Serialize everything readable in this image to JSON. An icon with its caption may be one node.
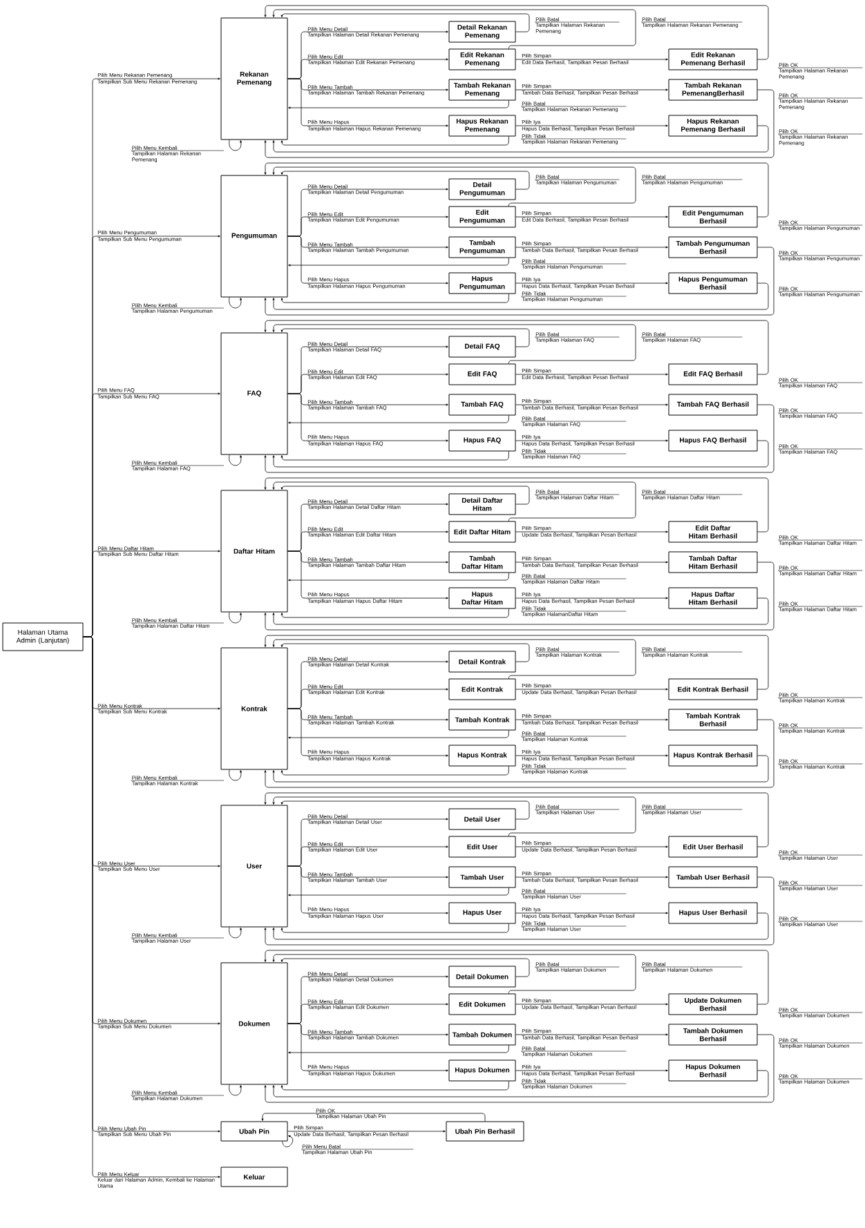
{
  "diagram": {
    "nodes": [
      {
        "text": [
          "Halaman Utama Admin (Lanjutan)"
        ]
      },
      {
        "text": [
          "Rekanan Pemenang"
        ]
      },
      {
        "text": [
          "Detail Rekanan Pemenang"
        ]
      },
      {
        "text": [
          "Edit Rekanan Pemenang"
        ]
      },
      {
        "text": [
          "Tambah Rekanan Pemenang"
        ]
      },
      {
        "text": [
          "Hapus Rekanan Pemenang"
        ]
      },
      {
        "text": [
          "Edit Rekanan Pemenang Berhasil"
        ]
      },
      {
        "text": [
          "Tambah Rekanan PemenangBerhasil"
        ]
      },
      {
        "text": [
          "Hapus Rekanan Pemenang Berhasil"
        ]
      },
      {
        "text": [
          "Pengumuman"
        ]
      },
      {
        "text": [
          "Detail Pengumuman"
        ]
      },
      {
        "text": [
          "Edit Pengumuman"
        ]
      },
      {
        "text": [
          "Tambah Pengumuman"
        ]
      },
      {
        "text": [
          "Hapus Pengumuman"
        ]
      },
      {
        "text": [
          "Edit Pengumuman Berhasil"
        ]
      },
      {
        "text": [
          "Tambah Pengumuman Berhasil"
        ]
      },
      {
        "text": [
          "Hapus Pengumuman Berhasil"
        ]
      },
      {
        "text": [
          "FAQ"
        ]
      },
      {
        "text": [
          "Detail FAQ"
        ]
      },
      {
        "text": [
          "Edit FAQ"
        ]
      },
      {
        "text": [
          "Tambah FAQ"
        ]
      },
      {
        "text": [
          "Hapus FAQ"
        ]
      },
      {
        "text": [
          "Edit FAQ Berhasil"
        ]
      },
      {
        "text": [
          "Tambah FAQ Berhasil"
        ]
      },
      {
        "text": [
          "Hapus FAQ Berhasil"
        ]
      },
      {
        "text": [
          "Daftar Hitam"
        ]
      },
      {
        "text": [
          "Detail Daftar Hitam"
        ]
      },
      {
        "text": [
          "Edit Daftar Hitam"
        ]
      },
      {
        "text": [
          "Tambah Daftar Hitam"
        ]
      },
      {
        "text": [
          "Hapus Daftar Hitam"
        ]
      },
      {
        "text": [
          "Edit Daftar Hitam Berhasil"
        ]
      },
      {
        "text": [
          "Tambah Daftar Hitam Berhasil"
        ]
      },
      {
        "text": [
          "Hapus Daftar Hitam Berhasil"
        ]
      },
      {
        "text": [
          "Kontrak"
        ]
      },
      {
        "text": [
          "Detail Kontrak"
        ]
      },
      {
        "text": [
          "Edit Kontrak"
        ]
      },
      {
        "text": [
          "Tambah Kontrak"
        ]
      },
      {
        "text": [
          "Hapus Kontrak"
        ]
      },
      {
        "text": [
          "Edit Kontrak Berhasil"
        ]
      },
      {
        "text": [
          "Tambah Kontrak Berhasil"
        ]
      },
      {
        "text": [
          "Hapus Kontrak Berhasil"
        ]
      },
      {
        "text": [
          "User"
        ]
      },
      {
        "text": [
          "Detail User"
        ]
      },
      {
        "text": [
          "Edit User"
        ]
      },
      {
        "text": [
          "Tambah User"
        ]
      },
      {
        "text": [
          "Hapus User"
        ]
      },
      {
        "text": [
          "Edit User Berhasil"
        ]
      },
      {
        "text": [
          "Tambah User Berhasil"
        ]
      },
      {
        "text": [
          "Hapus User Berhasil"
        ]
      },
      {
        "text": [
          "Dokumen"
        ]
      },
      {
        "text": [
          "Detail Dokumen"
        ]
      },
      {
        "text": [
          "Edit Dokumen"
        ]
      },
      {
        "text": [
          "Tambah Dokumen"
        ]
      },
      {
        "text": [
          "Hapus Dokumen"
        ]
      },
      {
        "text": [
          "Update Dokumen Berhasil"
        ]
      },
      {
        "text": [
          "Tambah Dokumen Berhasil"
        ]
      },
      {
        "text": [
          "Hapus Dokumen Berhasil"
        ]
      },
      {
        "text": [
          "Ubah Pin"
        ]
      },
      {
        "text": [
          "Ubah Pin Berhasil"
        ]
      },
      {
        "text": [
          "Keluar"
        ]
      }
    ],
    "edges": [
      {
        "from": 0,
        "to": 1,
        "arrow": "to",
        "label": [
          "Pilih Menu Rekanan Pemenang",
          "Tampilkan Sub Menu Rekanan Pemenang"
        ]
      },
      {
        "from": 1,
        "to": 2,
        "arrow": "to",
        "label": [
          "Pilih Menu Detail",
          "Tampilkan Halaman Detail Rekanan Pemenang"
        ]
      },
      {
        "from": 1,
        "to": 3,
        "arrow": "to",
        "label": [
          "Pilih Menu Edit",
          "Tampilkan Halaman Edit Rekanan Pemenang"
        ]
      },
      {
        "from": 1,
        "to": 4,
        "arrow": "to",
        "label": [
          "Pilih Menu Tambah",
          "Tampilkan Halaman Tambah Rekanan Pemenang"
        ]
      },
      {
        "from": 1,
        "to": 5,
        "arrow": "to",
        "label": [
          "Pilih Menu Hapus",
          "Tampilkan Halaman Hapus Rekanan Pemenang"
        ]
      },
      {
        "from": 2,
        "to": 1,
        "arrow": "to",
        "label": [
          "Pilih Batal",
          "Tampilkan Halaman Rekanan Pemenang"
        ]
      },
      {
        "from": 3,
        "to": 1,
        "arrow": "to",
        "label": [
          "Pilih Batal",
          "Tampilkan Halaman Rekanan Pemenang"
        ]
      },
      {
        "from": 3,
        "to": 6,
        "arrow": "to",
        "label": [
          "Pilih Simpan",
          "Edit Data Berhasil, Tampilkan Pesan Berhasil"
        ]
      },
      {
        "from": 6,
        "to": 1,
        "arrow": "to",
        "label": [
          "Pilih OK",
          "Tampilkan Halaman Rekanan Pemenang"
        ]
      },
      {
        "from": 4,
        "to": 7,
        "arrow": "to",
        "label": [
          "Pilih Simpan",
          "Tambah Data Berhasil, Tampilkan Pesan Berhasil"
        ]
      },
      {
        "from": 4,
        "to": 1,
        "arrow": "to",
        "label": [
          "Pilih Batal",
          "Tampilkan Halaman Rekanan Pemenang"
        ]
      },
      {
        "from": 7,
        "to": 1,
        "arrow": "to",
        "label": [
          "Pilih OK",
          "Tampilkan Halaman Rekanan Pemenang"
        ]
      },
      {
        "from": 5,
        "to": 8,
        "arrow": "to",
        "label": [
          "Pilih Iya",
          "Hapus Data Berhasil, Tampilkan Pesan Berhasil"
        ]
      },
      {
        "from": 5,
        "to": 1,
        "arrow": "to",
        "label": [
          "Pilih Tidak",
          "Tampilkan Halaman Rekanan Pemenang"
        ]
      },
      {
        "from": 8,
        "to": 1,
        "arrow": "to",
        "label": [
          "Pilih OK",
          "Tampilkan Halaman Rekanan Pemenang"
        ]
      },
      {
        "from": 1,
        "to": 1,
        "arrow": "to",
        "label": [
          "Pilih Menu Kembali",
          "Tampilkan Halaman Rekanan Pemenang"
        ]
      },
      {
        "from": 0,
        "to": 9,
        "arrow": "to",
        "label": [
          "Pilih Menu Pengumuman",
          "Tampilkan Sub Menu Pengumuman"
        ]
      },
      {
        "from": 9,
        "to": 10,
        "arrow": "to",
        "label": [
          "Pilih Menu Detail",
          "Tampilkan Halaman Detail Pengumuman"
        ]
      },
      {
        "from": 9,
        "to": 11,
        "arrow": "to",
        "label": [
          "Pilih Menu Edit",
          "Tampilkan Halaman Edit Pengumuman"
        ]
      },
      {
        "from": 9,
        "to": 12,
        "arrow": "to",
        "label": [
          "Pilih Menu Tambah",
          "Tampilkan Halaman Tambah Pengumuman"
        ]
      },
      {
        "from": 9,
        "to": 13,
        "arrow": "to",
        "label": [
          "Pilih Menu Hapus",
          "Tampilkan Halaman Hapus Pengumuman"
        ]
      },
      {
        "from": 10,
        "to": 9,
        "arrow": "to",
        "label": [
          "Pilih Batal",
          "Tampilkan Halaman Pengumuman"
        ]
      },
      {
        "from": 11,
        "to": 9,
        "arrow": "to",
        "label": [
          "Pilih Batal",
          "Tampilkan Halaman Pengumuman"
        ]
      },
      {
        "from": 11,
        "to": 14,
        "arrow": "to",
        "label": [
          "Pilih Simpan",
          "Edit Data Berhasil, Tampilkan Pesan Berhasil"
        ]
      },
      {
        "from": 14,
        "to": 9,
        "arrow": "to",
        "label": [
          "Pilih OK",
          "Tampilkan Halaman Pengumuman"
        ]
      },
      {
        "from": 12,
        "to": 15,
        "arrow": "to",
        "label": [
          "Pilih Simpan",
          "Tambah Data Berhasil, Tampilkan Pesan Berhasil"
        ]
      },
      {
        "from": 12,
        "to": 9,
        "arrow": "to",
        "label": [
          "Pilih Batal",
          "Tampilkan Halaman Pengumuman"
        ]
      },
      {
        "from": 15,
        "to": 9,
        "arrow": "to",
        "label": [
          "Pilih OK",
          "Tampilkan Halaman Pengumuman"
        ]
      },
      {
        "from": 13,
        "to": 16,
        "arrow": "to",
        "label": [
          "Pilih Iya",
          "Hapus Data Berhasil, Tampilkan Pesan Berhasil"
        ]
      },
      {
        "from": 13,
        "to": 9,
        "arrow": "to",
        "label": [
          "Pilih Tidak",
          "Tampilkan Halaman Pengumuman"
        ]
      },
      {
        "from": 16,
        "to": 9,
        "arrow": "to",
        "label": [
          "Pilih OK",
          "Tampilkan Halaman Pengumuman"
        ]
      },
      {
        "from": 9,
        "to": 9,
        "arrow": "to",
        "label": [
          "Pilih Menu Kembali",
          "Tampilkan Halaman Pengumuman"
        ]
      },
      {
        "from": 0,
        "to": 17,
        "arrow": "to",
        "label": [
          "Pilih Menu FAQ",
          "Tampilkan Sub Menu FAQ"
        ]
      },
      {
        "from": 17,
        "to": 18,
        "arrow": "to",
        "label": [
          "Pilih Menu Detail",
          "Tampilkan Halaman Detail FAQ"
        ]
      },
      {
        "from": 17,
        "to": 19,
        "arrow": "to",
        "label": [
          "Pilih Menu Edit",
          "Tampilkan Halaman Edit FAQ"
        ]
      },
      {
        "from": 17,
        "to": 20,
        "arrow": "to",
        "label": [
          "Pilih Menu Tambah",
          "Tampilkan Halaman Tambah FAQ"
        ]
      },
      {
        "from": 17,
        "to": 21,
        "arrow": "to",
        "label": [
          "Pilih Menu Hapus",
          "Tampilkan Halaman Hapus FAQ"
        ]
      },
      {
        "from": 18,
        "to": 17,
        "arrow": "to",
        "label": [
          "Pilih Batal",
          "Tampilkan Halaman FAQ"
        ]
      },
      {
        "from": 19,
        "to": 17,
        "arrow": "to",
        "label": [
          "Pilih Batal",
          "Tampilkan Halaman FAQ"
        ]
      },
      {
        "from": 19,
        "to": 22,
        "arrow": "to",
        "label": [
          "Pilih Simpan",
          "Edit Data Berhasil, Tampilkan Pesan Berhasil"
        ]
      },
      {
        "from": 22,
        "to": 17,
        "arrow": "to",
        "label": [
          "Pilih OK",
          "Tampilkan Halaman FAQ"
        ]
      },
      {
        "from": 20,
        "to": 23,
        "arrow": "to",
        "label": [
          "Pilih Simpan",
          "Tambah Data Berhasil, Tampilkan Pesan Berhasil"
        ]
      },
      {
        "from": 20,
        "to": 17,
        "arrow": "to",
        "label": [
          "Pilih Batal",
          "Tampilkan Halaman FAQ"
        ]
      },
      {
        "from": 23,
        "to": 17,
        "arrow": "to",
        "label": [
          "Pilih OK",
          "Tampilkan Halaman FAQ"
        ]
      },
      {
        "from": 21,
        "to": 24,
        "arrow": "to",
        "label": [
          "Pilih Iya",
          "Hapus Data Berhasil, Tampilkan Pesan Berhasil"
        ]
      },
      {
        "from": 21,
        "to": 17,
        "arrow": "to",
        "label": [
          "Pilih Tidak",
          "Tampilkan Halaman FAQ"
        ]
      },
      {
        "from": 24,
        "to": 17,
        "arrow": "to",
        "label": [
          "Pilih OK",
          "Tampilkan Halaman FAQ"
        ]
      },
      {
        "from": 17,
        "to": 17,
        "arrow": "to",
        "label": [
          "Pilih Menu Kembali",
          "Tampilkan Halaman FAQ"
        ]
      },
      {
        "from": 0,
        "to": 25,
        "arrow": "to",
        "label": [
          "Pilih Menu Daftar Hitam",
          "Tampilkan Sub Menu Daftar Hitam"
        ]
      },
      {
        "from": 25,
        "to": 26,
        "arrow": "to",
        "label": [
          "Pilih Menu Detail",
          "Tampilkan Halaman Detail Daftar Hitam"
        ]
      },
      {
        "from": 25,
        "to": 27,
        "arrow": "to",
        "label": [
          "Pilih Menu Edit",
          "Tampilkan Halaman Edit Daftar Hitam"
        ]
      },
      {
        "from": 25,
        "to": 28,
        "arrow": "to",
        "label": [
          "Pilih Menu Tambah",
          "Tampilkan Halaman Tambah Daftar Hitam"
        ]
      },
      {
        "from": 25,
        "to": 29,
        "arrow": "to",
        "label": [
          "Pilih Menu Hapus",
          "Tampilkan Halaman Hapus Daftar Hitam"
        ]
      },
      {
        "from": 26,
        "to": 25,
        "arrow": "to",
        "label": [
          "Pilih Batal",
          "Tampilkan Halaman Daftar Hitam"
        ]
      },
      {
        "from": 27,
        "to": 25,
        "arrow": "to",
        "label": [
          "Pilih Batal",
          "Tampilkan Halaman Daftar Hitam"
        ]
      },
      {
        "from": 27,
        "to": 30,
        "arrow": "to",
        "label": [
          "Pilih Simpan",
          "Update Data Berhasil, Tampilkan Pesan Berhasil"
        ]
      },
      {
        "from": 30,
        "to": 25,
        "arrow": "to",
        "label": [
          "Pilih OK",
          "Tampilkan Halaman Daftar Hitam"
        ]
      },
      {
        "from": 28,
        "to": 31,
        "arrow": "to",
        "label": [
          "Pilih Simpan",
          "Tambah Data Berhasil, Tampilkan Pesan Berhasil"
        ]
      },
      {
        "from": 28,
        "to": 25,
        "arrow": "to",
        "label": [
          "Pilih Batal",
          "Tampilkan Halaman Daftar Hitam"
        ]
      },
      {
        "from": 31,
        "to": 25,
        "arrow": "to",
        "label": [
          "Pilih OK",
          "Tampilkan Halaman Daftar Hitam"
        ]
      },
      {
        "from": 29,
        "to": 32,
        "arrow": "to",
        "label": [
          "Pilih Iya",
          "Hapus Data Berhasil, Tampilkan Pesan Berhasil"
        ]
      },
      {
        "from": 29,
        "to": 25,
        "arrow": "to",
        "label": [
          "Pilih Tidak",
          "Tampilkan HalamanDaftar Hitam"
        ]
      },
      {
        "from": 32,
        "to": 25,
        "arrow": "to",
        "label": [
          "Pilih OK",
          "Tampilkan Halaman Daftar Hitam"
        ]
      },
      {
        "from": 25,
        "to": 25,
        "arrow": "to",
        "label": [
          "Pilih Menu Kembali",
          "Tampilkan Halaman Daftar Hitam"
        ]
      },
      {
        "from": 0,
        "to": 33,
        "arrow": "to",
        "label": [
          "Pilih Menu Kontrak",
          "Tampilkan Sub Menu Kontrak"
        ]
      },
      {
        "from": 33,
        "to": 34,
        "arrow": "to",
        "label": [
          "Pilih Menu Detail",
          "Tampilkan Halaman Detail Kontrak"
        ]
      },
      {
        "from": 33,
        "to": 35,
        "arrow": "to",
        "label": [
          "Pilih Menu Edit",
          "Tampilkan Halaman Edit Kontrak"
        ]
      },
      {
        "from": 33,
        "to": 36,
        "arrow": "to",
        "label": [
          "Pilih Menu Tambah",
          "Tampilkan Halaman Tambah Kontrak"
        ]
      },
      {
        "from": 33,
        "to": 37,
        "arrow": "to",
        "label": [
          "Pilih Menu Hapus",
          "Tampilkan Halaman Hapus Kontrak"
        ]
      },
      {
        "from": 34,
        "to": 33,
        "arrow": "to",
        "label": [
          "Pilih Batal",
          "Tampilkan Halaman Kontrak"
        ]
      },
      {
        "from": 35,
        "to": 33,
        "arrow": "to",
        "label": [
          "Pilih Batal",
          "Tampilkan Halaman Kontrak"
        ]
      },
      {
        "from": 35,
        "to": 38,
        "arrow": "to",
        "label": [
          "Pilih Simpan",
          "Update Data Berhasil, Tampilkan Pesan Berhasil"
        ]
      },
      {
        "from": 38,
        "to": 33,
        "arrow": "to",
        "label": [
          "Pilih OK",
          "Tampilkan Halaman Kontrak"
        ]
      },
      {
        "from": 36,
        "to": 39,
        "arrow": "to",
        "label": [
          "Pilih Simpan",
          "Tambah Data Berhasil, Tampilkan Pesan Berhasil"
        ]
      },
      {
        "from": 36,
        "to": 33,
        "arrow": "to",
        "label": [
          "Pilih Batal",
          "Tampilkan Halaman Kontrak"
        ]
      },
      {
        "from": 39,
        "to": 33,
        "arrow": "to",
        "label": [
          "Pilih OK",
          "Tampilkan Halaman Kontrak"
        ]
      },
      {
        "from": 37,
        "to": 40,
        "arrow": "to",
        "label": [
          "Pilih Iya",
          "Hapus Data Berhasil, Tampilkan Pesan Berhasil"
        ]
      },
      {
        "from": 37,
        "to": 33,
        "arrow": "to",
        "label": [
          "Pilih Tidak",
          "Tampilkan Halaman Kontrak"
        ]
      },
      {
        "from": 40,
        "to": 33,
        "arrow": "to",
        "label": [
          "Pilih OK",
          "Tampilkan Halaman Kontrak"
        ]
      },
      {
        "from": 33,
        "to": 33,
        "arrow": "to",
        "label": [
          "Pilih Menu Kembali",
          "Tampilkan Halaman Kontrak"
        ]
      },
      {
        "from": 0,
        "to": 41,
        "arrow": "to",
        "label": [
          "Pilih Menu User",
          "Tampilkan Sub Menu User"
        ]
      },
      {
        "from": 41,
        "to": 42,
        "arrow": "to",
        "label": [
          "Pilih Menu Detail",
          "Tampilkan Halaman Detail User"
        ]
      },
      {
        "from": 41,
        "to": 43,
        "arrow": "to",
        "label": [
          "Pilih Menu Edit",
          "Tampilkan Halaman Edit User"
        ]
      },
      {
        "from": 41,
        "to": 44,
        "arrow": "to",
        "label": [
          "Pilih Menu Tambah",
          "Tampilkan Halaman Tambah User"
        ]
      },
      {
        "from": 41,
        "to": 45,
        "arrow": "to",
        "label": [
          "Pilih Menu Hapus",
          "Tampilkan Halaman Hapus User"
        ]
      },
      {
        "from": 42,
        "to": 41,
        "arrow": "to",
        "label": [
          "Pilih Batal",
          "Tampilkan Halaman User"
        ]
      },
      {
        "from": 43,
        "to": 41,
        "arrow": "to",
        "label": [
          "Pilih Batal",
          "Tampilkan Halaman User"
        ]
      },
      {
        "from": 43,
        "to": 46,
        "arrow": "to",
        "label": [
          "Pilih Simpan",
          "Update Data Berhasil, Tampilkan Pesan Berhasil"
        ]
      },
      {
        "from": 46,
        "to": 41,
        "arrow": "to",
        "label": [
          "Pilih OK",
          "Tampilkan Halaman User"
        ]
      },
      {
        "from": 44,
        "to": 47,
        "arrow": "to",
        "label": [
          "Pilih Simpan",
          "Tambah Data Berhasil, Tampilkan Pesan Berhasil"
        ]
      },
      {
        "from": 44,
        "to": 41,
        "arrow": "to",
        "label": [
          "Pilih Batal",
          "Tampilkan Halaman User"
        ]
      },
      {
        "from": 47,
        "to": 41,
        "arrow": "to",
        "label": [
          "Pilih OK",
          "Tampilkan Halaman User"
        ]
      },
      {
        "from": 45,
        "to": 48,
        "arrow": "to",
        "label": [
          "Pilih Iya",
          "Hapus Data Berhasil, Tampilkan Pesan Berhasil"
        ]
      },
      {
        "from": 45,
        "to": 41,
        "arrow": "to",
        "label": [
          "Pilih Tidak",
          "Tampilkan Halaman User"
        ]
      },
      {
        "from": 48,
        "to": 41,
        "arrow": "to",
        "label": [
          "Pilih OK",
          "Tampilkan Halaman User"
        ]
      },
      {
        "from": 41,
        "to": 41,
        "arrow": "to",
        "label": [
          "Pilih Menu Kembali",
          "Tampilkan Halaman User"
        ]
      },
      {
        "from": 0,
        "to": 49,
        "arrow": "to",
        "label": [
          "Pilih Menu Dokumen",
          "Tampilkan Sub Menu Dokumen"
        ]
      },
      {
        "from": 49,
        "to": 50,
        "arrow": "to",
        "label": [
          "Pilih Menu Detail",
          "Tampilkan Halaman Detail Dokumen"
        ]
      },
      {
        "from": 49,
        "to": 51,
        "arrow": "to",
        "label": [
          "Pilih Menu Edit",
          "Tampilkan Halaman Edit Dokumen"
        ]
      },
      {
        "from": 49,
        "to": 52,
        "arrow": "to",
        "label": [
          "Pilih Menu Tambah",
          "Tampilkan Halaman Tambah Dokumen"
        ]
      },
      {
        "from": 49,
        "to": 53,
        "arrow": "to",
        "label": [
          "Pilih Menu Hapus",
          "Tampilkan Halaman Hapus Dokumen"
        ]
      },
      {
        "from": 50,
        "to": 49,
        "arrow": "to",
        "label": [
          "Pilih Batal",
          "Tampilkan Halaman Dokumen"
        ]
      },
      {
        "from": 51,
        "to": 49,
        "arrow": "to",
        "label": [
          "Pilih Batal",
          "Tampilkan Halaman Dokumen"
        ]
      },
      {
        "from": 51,
        "to": 54,
        "arrow": "to",
        "label": [
          "Pilih Simpan",
          "Update Data Berhasil, Tampilkan Pesan Berhasil"
        ]
      },
      {
        "from": 54,
        "to": 49,
        "arrow": "to",
        "label": [
          "Pilih OK",
          "Tampilkan Halaman Dokumen"
        ]
      },
      {
        "from": 52,
        "to": 55,
        "arrow": "to",
        "label": [
          "Pilih Simpan",
          "Tambah Data Berhasil, Tampilkan Pesan Berhasil"
        ]
      },
      {
        "from": 52,
        "to": 49,
        "arrow": "to",
        "label": [
          "Pilih Batal",
          "Tampilkan Halaman Dokumen"
        ]
      },
      {
        "from": 55,
        "to": 49,
        "arrow": "to",
        "label": [
          "Pilih OK",
          "Tampilkan Halaman Dokumen"
        ]
      },
      {
        "from": 53,
        "to": 56,
        "arrow": "to",
        "label": [
          "Pilih Iya",
          "Hapus Data Berhasil, Tampilkan Pesan Berhasil"
        ]
      },
      {
        "from": 53,
        "to": 49,
        "arrow": "to",
        "label": [
          "Pilih Tidak",
          "Tampilkan Halaman Dokumen"
        ]
      },
      {
        "from": 56,
        "to": 49,
        "arrow": "to",
        "label": [
          "Pilih OK",
          "Tampilkan Halaman Dokumen"
        ]
      },
      {
        "from": 49,
        "to": 49,
        "arrow": "to",
        "label": [
          "Pilih Menu Kembali",
          "Tampilkan Halaman Dokumen"
        ]
      },
      {
        "from": 0,
        "to": 57,
        "arrow": "to",
        "label": [
          "Pilih Menu Ubah Pin",
          "Tampilkan Sub Menu Ubah Pin"
        ]
      },
      {
        "from": 57,
        "to": 58,
        "arrow": "to",
        "label": [
          "Pilih Simpan",
          "Update Data Berhasil, Tampilkan Pesan Berhasil"
        ]
      },
      {
        "from": 57,
        "to": 57,
        "arrow": "to",
        "label": [
          "Pilih Menu Batal",
          "Tampilkan Halaman Ubah Pin"
        ]
      },
      {
        "from": 58,
        "to": 57,
        "arrow": "to",
        "label": [
          "Pilih OK",
          "Tampilkan Halaman Ubah Pin"
        ]
      },
      {
        "from": 0,
        "to": 59,
        "arrow": "to",
        "label": [
          "Pilih Menu Keluar",
          "Keluar dari Halaman Admin, Kembali ke Halaman Utama"
        ]
      }
    ]
  }
}
